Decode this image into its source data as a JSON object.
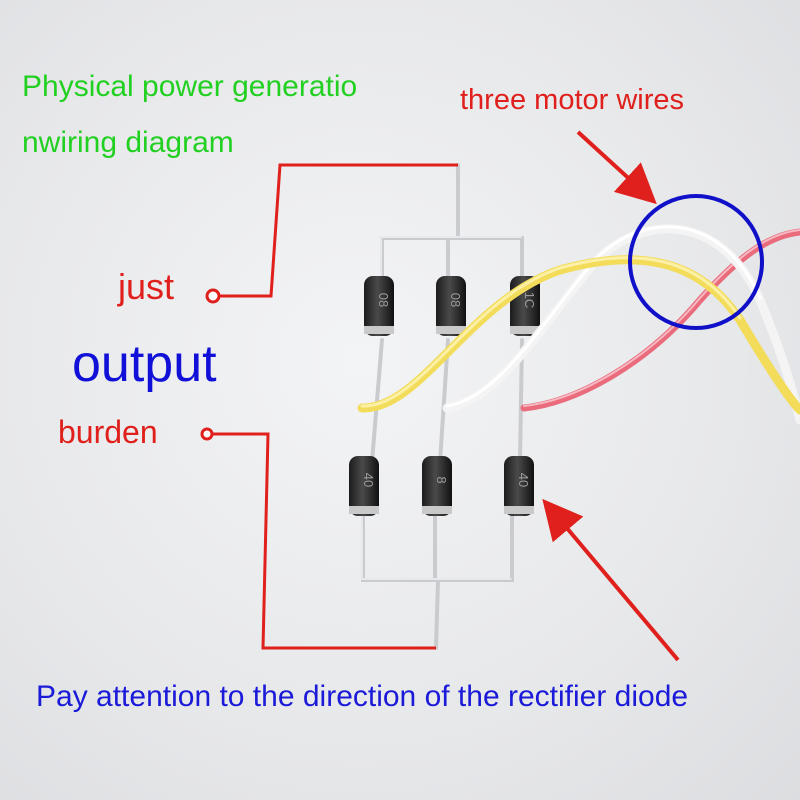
{
  "title_line1": "Physical power generatio",
  "title_line2": "nwiring diagram",
  "motor_label": "three motor wires",
  "output_label": "output",
  "just_label": "just",
  "burden_label": "burden",
  "note": "Pay attention to the direction of the rectifier diode",
  "colors": {
    "title": "#22d022",
    "red_text": "#e0201c",
    "blue_text": "#1010d8",
    "wire_yellow": "#f3dc5a",
    "wire_white": "#ffffff",
    "wire_pink": "#e96b7c"
  },
  "diodes": {
    "top_row": [
      "08",
      "08",
      "1C"
    ],
    "bottom_row": [
      "40",
      "8",
      "40"
    ]
  }
}
